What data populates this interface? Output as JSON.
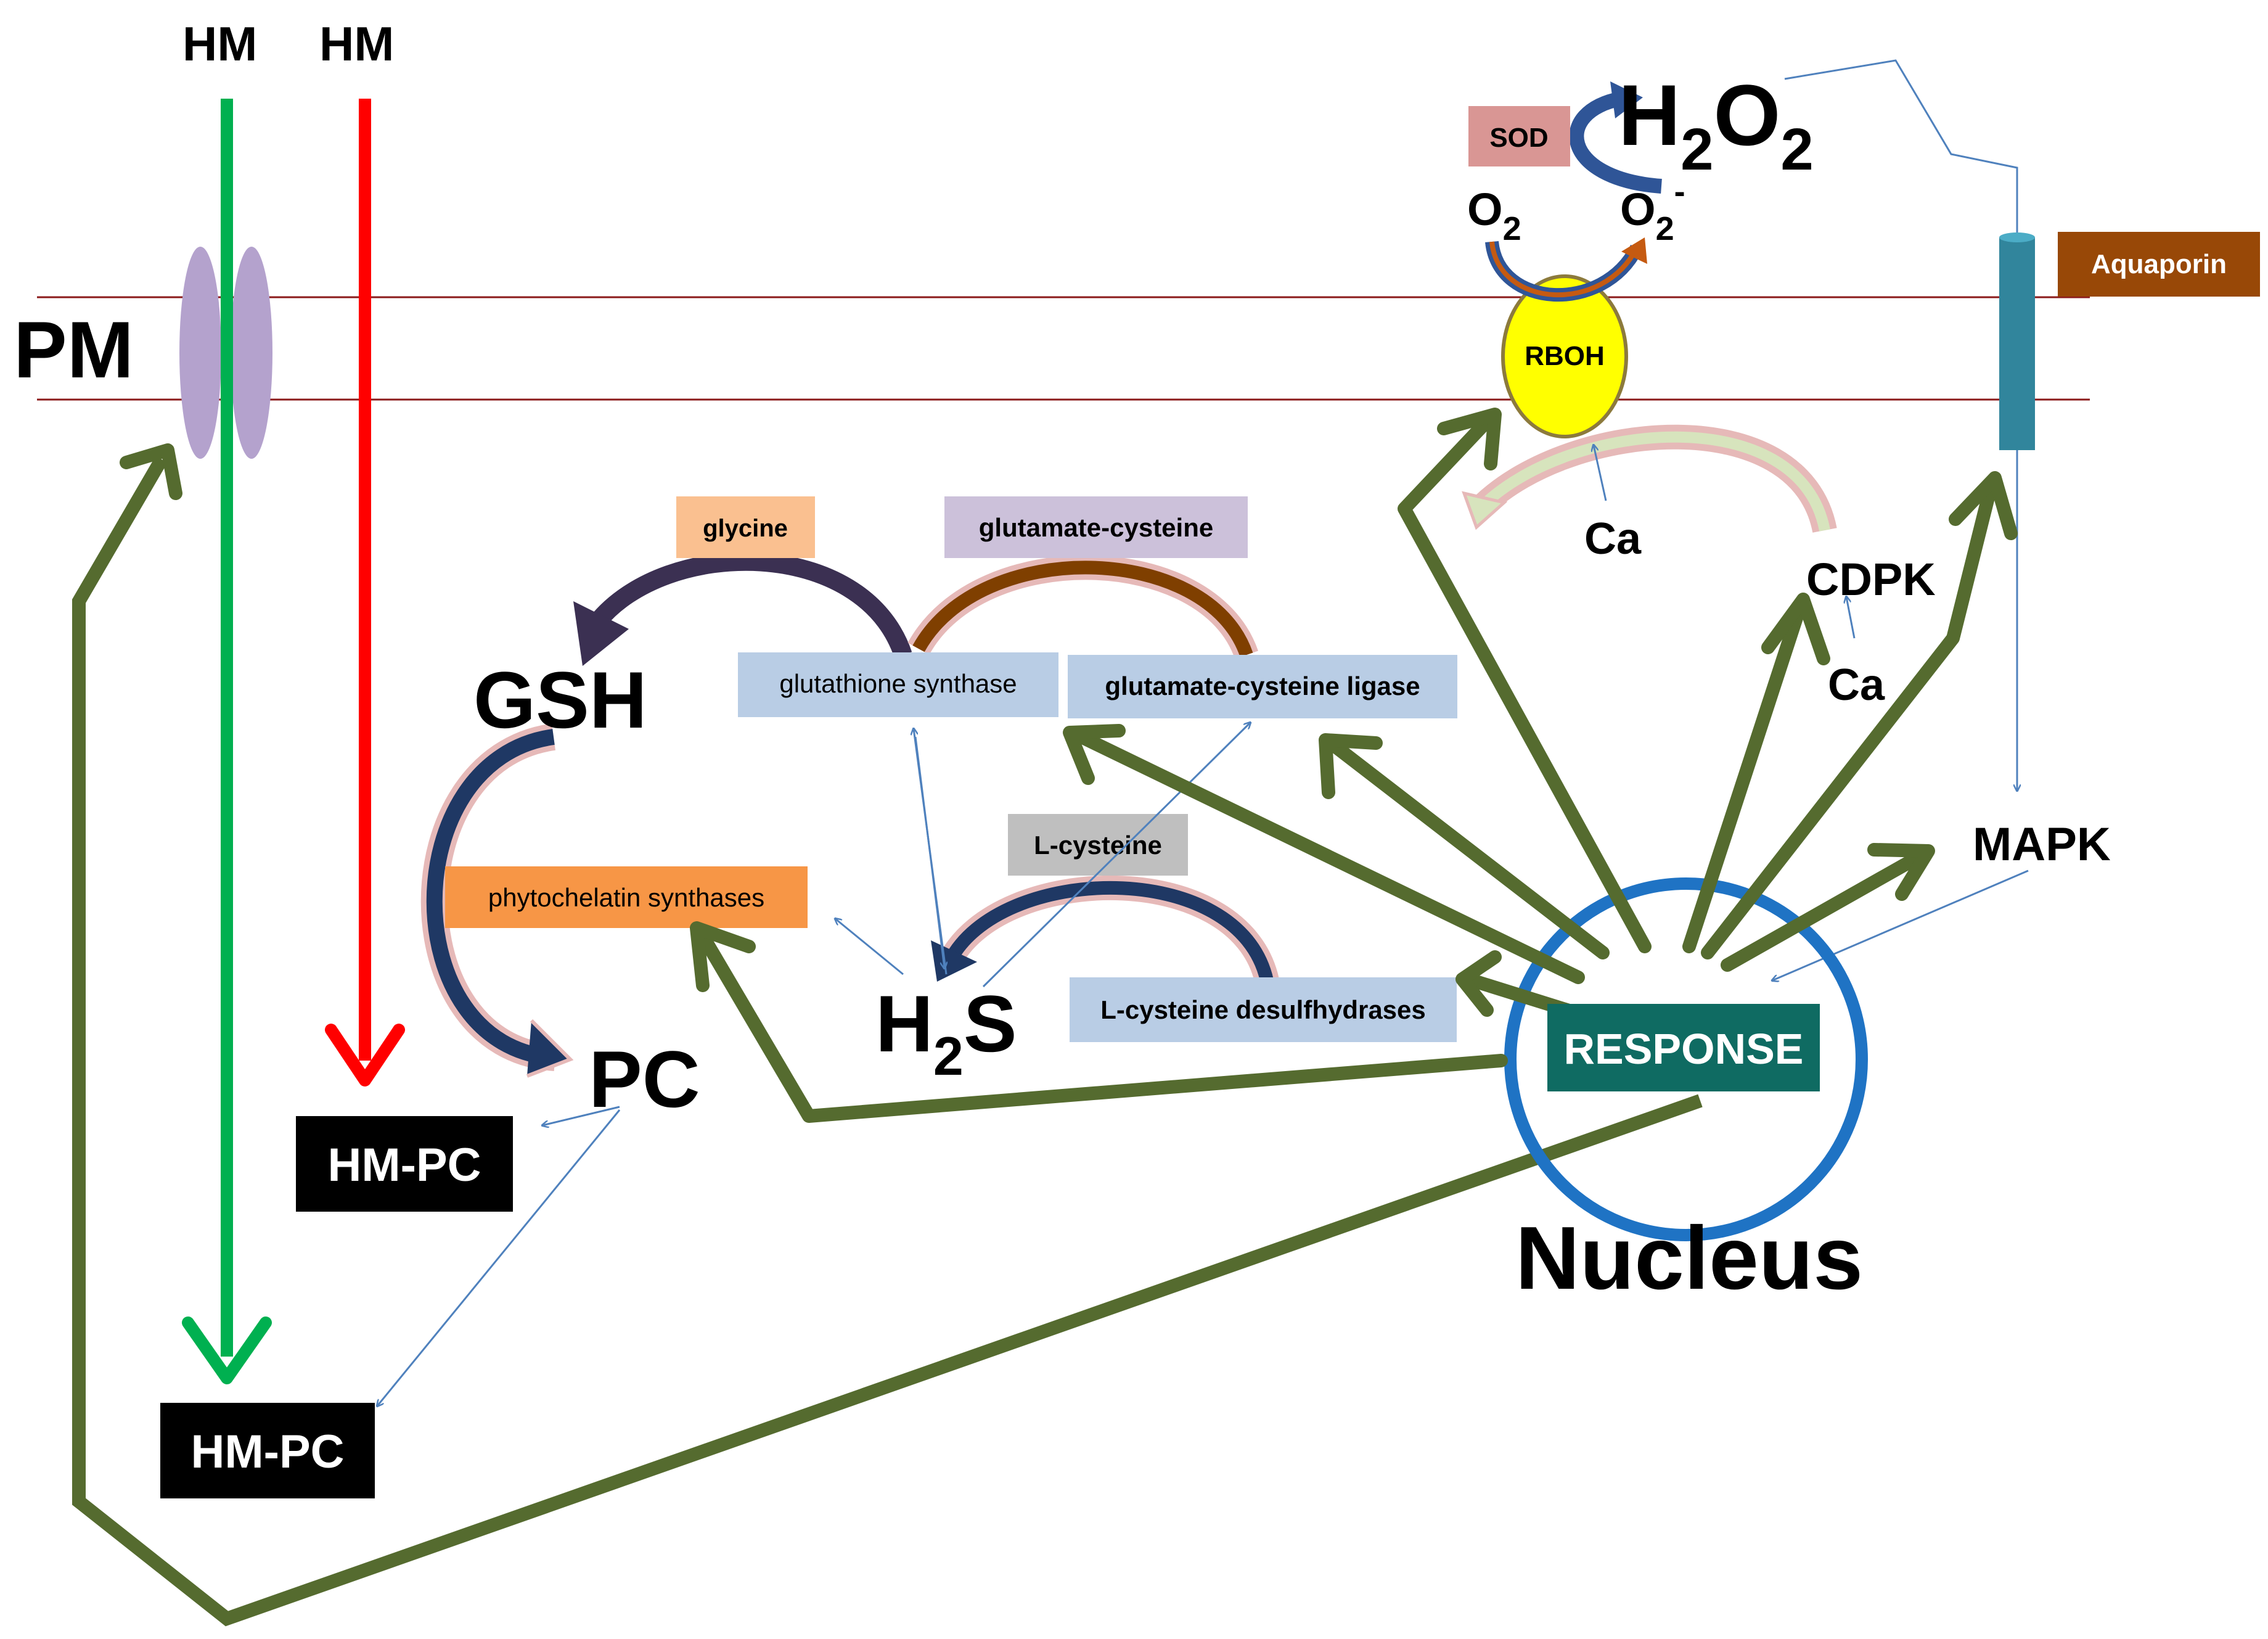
{
  "labels": {
    "hm_left": "HM",
    "hm_right": "HM",
    "pm": "PM",
    "gsh": "GSH",
    "pc": "PC",
    "h2s_main": "H",
    "h2s_sub": "2",
    "h2s_tail": "S",
    "h2o2_h": "H",
    "h2o2_sub1": "2",
    "h2o2_o": "O",
    "h2o2_sub2": "2",
    "o2_main": "O",
    "o2_sub": "2",
    "o2minus_main": "O",
    "o2minus_sub": "2",
    "o2minus_sup": "-",
    "ca_rboh": "Ca",
    "ca_cdpk": "Ca",
    "cdpk": "CDPK",
    "mapk": "MAPK",
    "nucleus": "Nucleus"
  },
  "boxes": {
    "sod": "SOD",
    "aquaporin": "Aquaporin",
    "rboh": "RBOH",
    "glycine": "glycine",
    "glutamate_cysteine": "glutamate-cysteine",
    "glutathione_synthase": "glutathione synthase",
    "glutamate_cysteine_ligase": "glutamate-cysteine ligase",
    "l_cysteine": "L-cysteine",
    "phytochelatin_synthases": "phytochelatin synthases",
    "l_cysteine_desulfhydrases": "L-cysteine desulfhydrases",
    "response": "RESPONSE",
    "hm_pc_upper": "HM-PC",
    "hm_pc_lower": "HM-PC"
  },
  "colors": {
    "response_arrow": "#556b2f",
    "nucleus_ring": "#1f73c4",
    "hm_green": "#00b050",
    "hm_red": "#ff0000",
    "membrane_line": "#8b1a1a",
    "channel_fill": "#b4a2cd",
    "rboh_fill": "#ffff00",
    "aquaporin_fill": "#31859c",
    "aquaporin_label": "#984807",
    "response_box": "#0f6b62",
    "sod_box": "#d99694",
    "glycine_box": "#fac090",
    "glut_cys_box": "#ccc1da",
    "enzyme_box": "#b9cde5",
    "lcys_box": "#bfbfbf",
    "pc_synthase_box": "#f79646",
    "thin_arrow": "#4f81bd",
    "dark_navy": "#1f3864",
    "pink_outline": "#e6b9b8"
  }
}
